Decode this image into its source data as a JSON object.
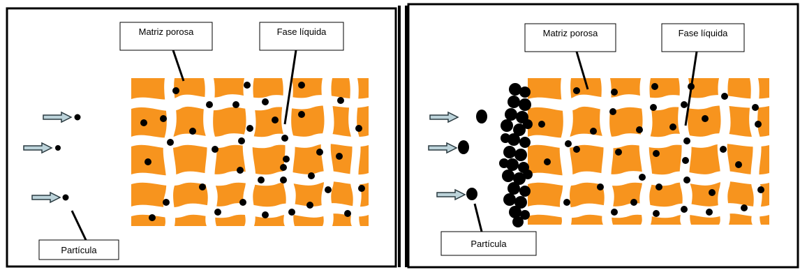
{
  "colors": {
    "matrix_orange": "#F7941E",
    "matrix_edge": "#E07A10",
    "pore_white": "#FFFFFF",
    "particle_black": "#000000",
    "arrow_fill": "#BCD3DA",
    "arrow_edge": "#2A3A40",
    "frame": "#000000"
  },
  "panels": [
    {
      "labels": {
        "matrix": "Matriz porosa",
        "liquid": "Fase líquida",
        "particle": "Partícula"
      },
      "icons": [
        "arrow-right-icon",
        "particle-dot-icon"
      ],
      "incoming_particles": 3,
      "cake_layer": false
    },
    {
      "labels": {
        "matrix": "Matriz porosa",
        "liquid": "Fase líquida",
        "particle": "Partícula"
      },
      "icons": [
        "arrow-right-icon",
        "particle-dot-icon"
      ],
      "incoming_particles": 3,
      "cake_layer": true
    }
  ]
}
